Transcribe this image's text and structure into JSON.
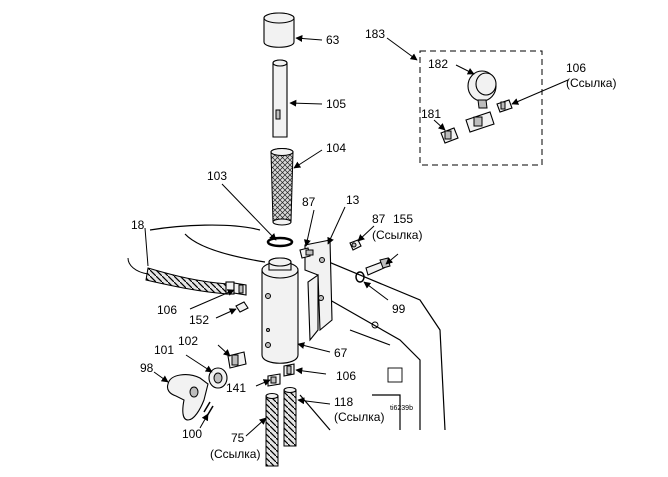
{
  "drawing_id": "ti6239b",
  "callouts": {
    "c63": "63",
    "c105": "105",
    "c104": "104",
    "c103": "103",
    "c183": "183",
    "c182": "182",
    "c106_top": "106",
    "c106_top_ref": "(Ссылка)",
    "c181": "181",
    "c18": "18",
    "c87_left": "87",
    "c13": "13",
    "c87_right": "87",
    "c155": "155",
    "c155_ref": "(Ссылка)",
    "c99": "99",
    "c106_left": "106",
    "c152": "152",
    "c102": "102",
    "c101": "101",
    "c98": "98",
    "c67": "67",
    "c141": "141",
    "c106_bottom": "106",
    "c118": "118",
    "c118_ref": "(Ссылка)",
    "c100": "100",
    "c75": "75",
    "c75_ref": "(Ссылка)"
  },
  "icons": [
    "arrow-leader",
    "dashed-kit-box"
  ]
}
